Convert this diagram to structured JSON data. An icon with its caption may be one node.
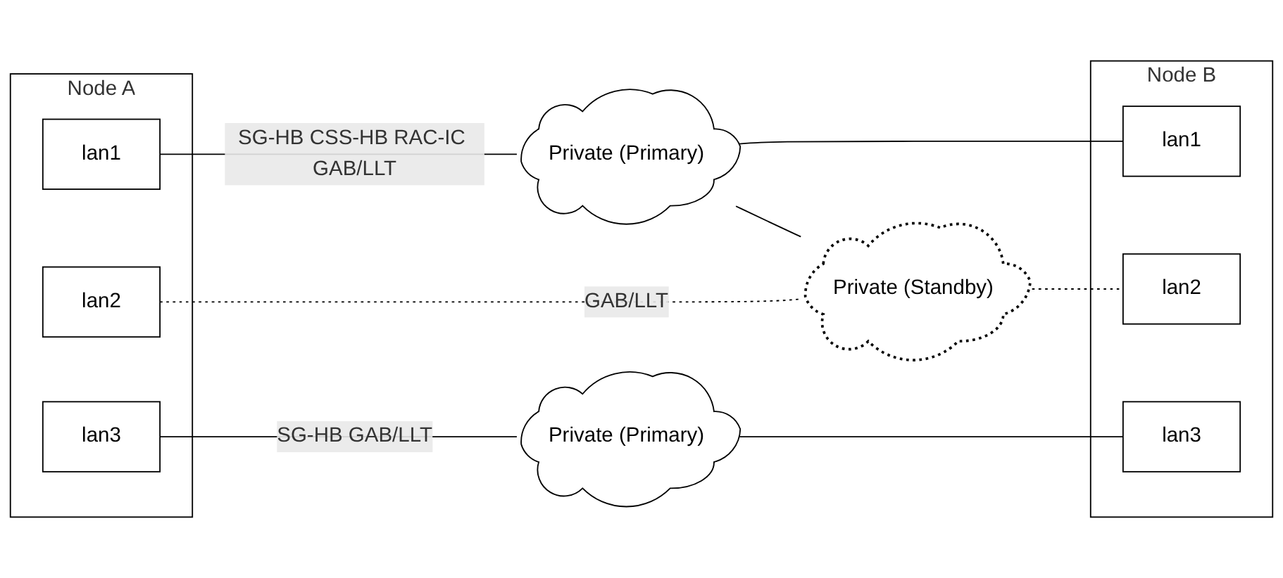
{
  "diagram": {
    "nodes": [
      {
        "text": [
          "Node A"
        ]
      },
      {
        "text": [
          "lan1"
        ],
        "in": 0
      },
      {
        "text": [
          "lan2"
        ],
        "in": 0
      },
      {
        "text": [
          "lan3"
        ],
        "in": 0
      },
      {
        "text": [
          "Private (Primary)"
        ]
      },
      {
        "text": [
          "Private (Standby)"
        ]
      },
      {
        "text": [
          "Private (Primary)"
        ]
      },
      {
        "text": [
          "Node B"
        ]
      },
      {
        "text": [
          "lan1"
        ],
        "in": 7
      },
      {
        "text": [
          "lan2"
        ],
        "in": 7
      },
      {
        "text": [
          "lan3"
        ],
        "in": 7
      }
    ],
    "edges": [
      {
        "from": 1,
        "to": 4,
        "arrow": "none",
        "label": "SG-HB CSS-HB RAC-IC GAB/LLT"
      },
      {
        "from": 4,
        "to": 8,
        "arrow": "none"
      },
      {
        "from": 4,
        "to": 5,
        "arrow": "none"
      },
      {
        "from": 2,
        "to": 5,
        "arrow": "none",
        "label": "GAB/LLT",
        "style": "dashed"
      },
      {
        "from": 5,
        "to": 9,
        "arrow": "none",
        "style": "dashed"
      },
      {
        "from": 3,
        "to": 6,
        "arrow": "none",
        "label": "SG-HB GAB/LLT"
      },
      {
        "from": 6,
        "to": 10,
        "arrow": "none"
      }
    ]
  }
}
